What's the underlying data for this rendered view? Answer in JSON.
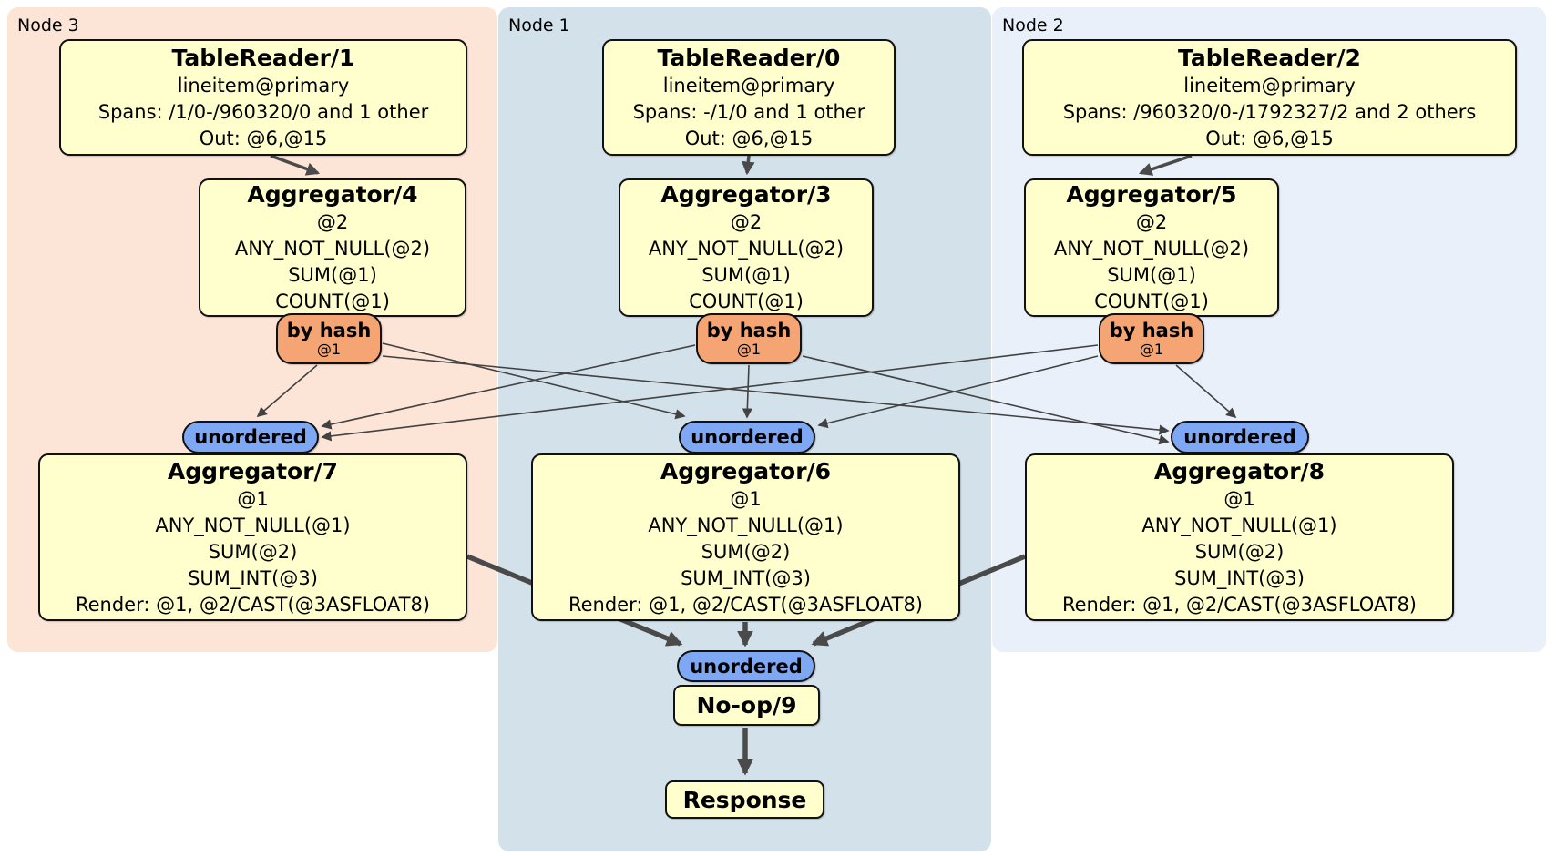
{
  "nodes": [
    {
      "label": "Node 3",
      "table_reader": {
        "title": "TableReader/1",
        "index": "lineitem@primary",
        "spans": "Spans: /1/0-/960320/0 and 1 other",
        "out": "Out: @6,@15"
      },
      "aggregator_top": {
        "title": "Aggregator/4",
        "group": "@2",
        "fn1": "ANY_NOT_NULL(@2)",
        "fn2": "SUM(@1)",
        "fn3": "COUNT(@1)"
      },
      "router": {
        "label": "by hash",
        "key": "@1"
      },
      "sync": "unordered",
      "aggregator_bottom": {
        "title": "Aggregator/7",
        "group": "@1",
        "fn1": "ANY_NOT_NULL(@1)",
        "fn2": "SUM(@2)",
        "fn3": "SUM_INT(@3)",
        "render": "Render: @1, @2/CAST(@3ASFLOAT8)"
      }
    },
    {
      "label": "Node 1",
      "table_reader": {
        "title": "TableReader/0",
        "index": "lineitem@primary",
        "spans": "Spans: -/1/0 and 1 other",
        "out": "Out: @6,@15"
      },
      "aggregator_top": {
        "title": "Aggregator/3",
        "group": "@2",
        "fn1": "ANY_NOT_NULL(@2)",
        "fn2": "SUM(@1)",
        "fn3": "COUNT(@1)"
      },
      "router": {
        "label": "by hash",
        "key": "@1"
      },
      "sync": "unordered",
      "aggregator_bottom": {
        "title": "Aggregator/6",
        "group": "@1",
        "fn1": "ANY_NOT_NULL(@1)",
        "fn2": "SUM(@2)",
        "fn3": "SUM_INT(@3)",
        "render": "Render: @1, @2/CAST(@3ASFLOAT8)"
      }
    },
    {
      "label": "Node 2",
      "table_reader": {
        "title": "TableReader/2",
        "index": "lineitem@primary",
        "spans": "Spans: /960320/0-/1792327/2 and 2 others",
        "out": "Out: @6,@15"
      },
      "aggregator_top": {
        "title": "Aggregator/5",
        "group": "@2",
        "fn1": "ANY_NOT_NULL(@2)",
        "fn2": "SUM(@1)",
        "fn3": "COUNT(@1)"
      },
      "router": {
        "label": "by hash",
        "key": "@1"
      },
      "sync": "unordered",
      "aggregator_bottom": {
        "title": "Aggregator/8",
        "group": "@1",
        "fn1": "ANY_NOT_NULL(@1)",
        "fn2": "SUM(@2)",
        "fn3": "SUM_INT(@3)",
        "render": "Render: @1, @2/CAST(@3ASFLOAT8)"
      }
    }
  ],
  "final": {
    "sync": "unordered",
    "noop": "No-op/9",
    "response": "Response"
  },
  "colors": {
    "node3_bg": "#fce4d7",
    "node1_bg": "#d3e1ea",
    "node2_bg": "#e9f0fa",
    "box_bg": "#ffffce",
    "box_border": "#111111",
    "router_bg": "#f5a473",
    "sync_bg": "#7ea8f3",
    "edge": "#424242"
  }
}
